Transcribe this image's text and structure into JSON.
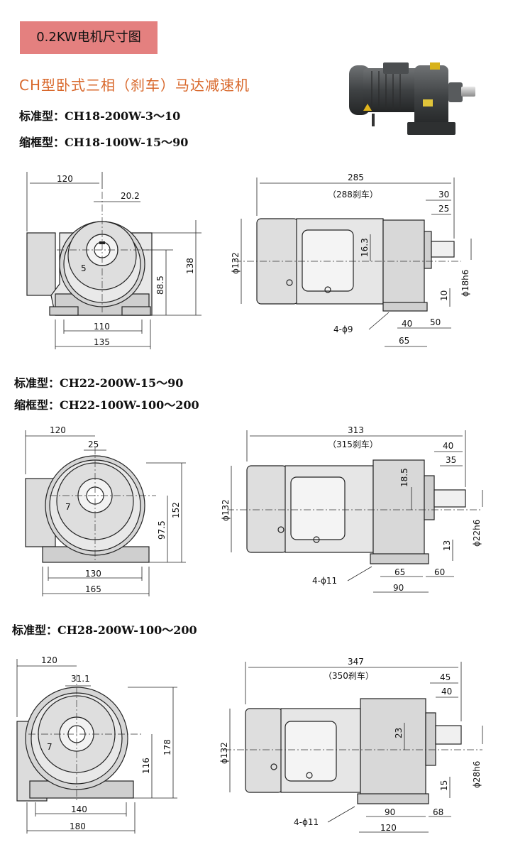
{
  "banner": "0.2KW电机尺寸图",
  "subtitle": "CH型卧式三相（刹车）马达减速机",
  "photo_icon": "gear-motor-photo",
  "colors": {
    "banner_bg": "#e4807f",
    "subtitle": "#d8672a",
    "body_fill": "#dcdcdc"
  },
  "sec1": {
    "std": "标准型：CH18-200W-3～10",
    "short": "缩框型：CH18-100W-15～90",
    "front": {
      "w120": "120",
      "w20_2": "20.2",
      "key5": "5",
      "h88_5": "88.5",
      "h138": "138",
      "b110": "110",
      "b135": "135"
    },
    "side": {
      "l285": "285",
      "l288": "（288刹车）",
      "s30": "30",
      "s25": "25",
      "phi132": "ϕ132",
      "h16_3": "16.3",
      "shaft": "ϕ18h6",
      "f10": "10",
      "holes": "4-ϕ9",
      "b40": "40",
      "b50": "50",
      "b65": "65"
    }
  },
  "sec2": {
    "std": "标准型：CH22-200W-15～90",
    "short": "缩框型：CH22-100W-100～200",
    "front": {
      "w120": "120",
      "w25": "25",
      "key7": "7",
      "h97_5": "97.5",
      "h152": "152",
      "b130": "130",
      "b165": "165"
    },
    "side": {
      "l313": "313",
      "l315": "（315刹车）",
      "s40": "40",
      "s35": "35",
      "phi132": "ϕ132",
      "h18_5": "18.5",
      "shaft": "ϕ22h6",
      "f13": "13",
      "holes": "4-ϕ11",
      "b65": "65",
      "b60": "60",
      "b90": "90"
    }
  },
  "sec3": {
    "std": "标准型：CH28-200W-100～200",
    "front": {
      "w120": "120",
      "w31_1": "31.1",
      "key7": "7",
      "h116": "116",
      "h178": "178",
      "b140": "140",
      "b180": "180"
    },
    "side": {
      "l347": "347",
      "l350": "（350刹车）",
      "s45": "45",
      "s40": "40",
      "phi132": "ϕ132",
      "h23": "23",
      "shaft": "ϕ28h6",
      "f15": "15",
      "holes": "4-ϕ11",
      "b90": "90",
      "b68": "68",
      "b120": "120"
    }
  }
}
